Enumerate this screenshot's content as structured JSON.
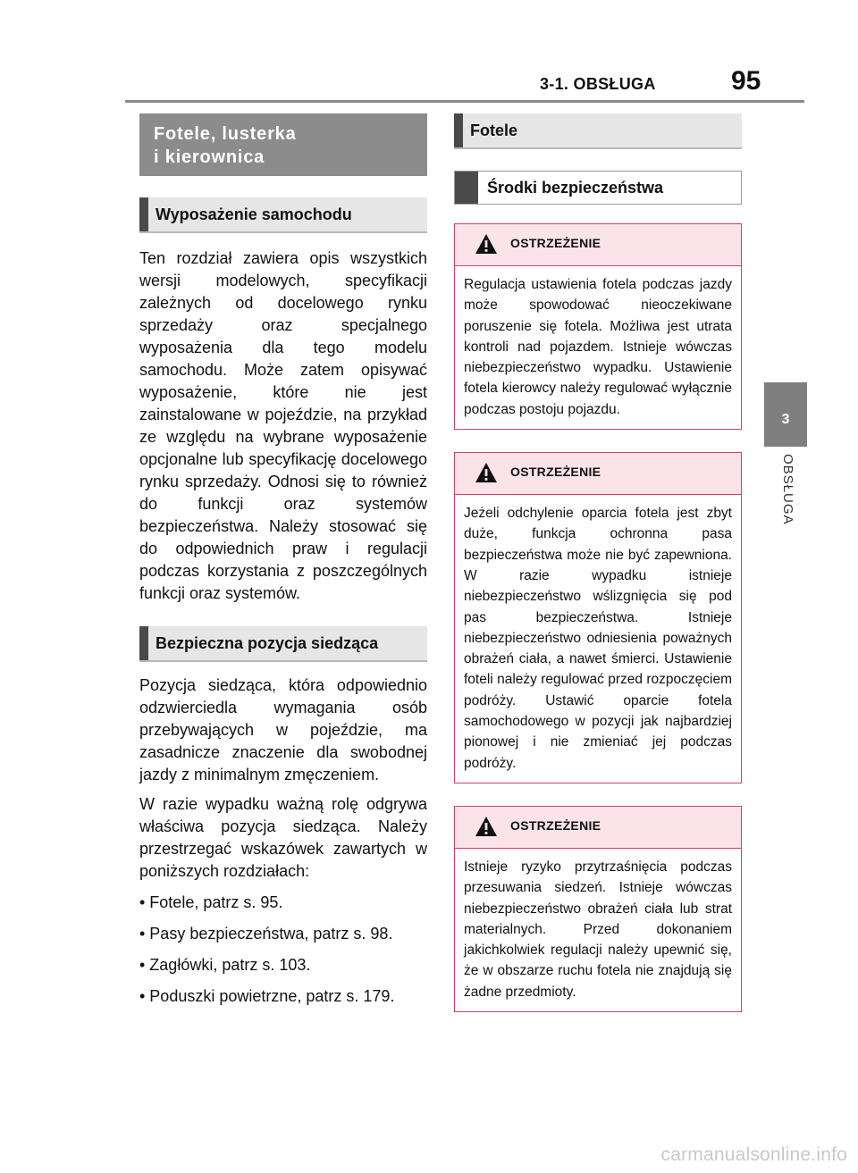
{
  "header": {
    "section": "3-1. OBSŁUGA",
    "page_number": "95"
  },
  "side_tab": {
    "number": "3",
    "label": "OBSŁUGA"
  },
  "left": {
    "chapter_lines": [
      "Fotele, lusterka",
      "i kierownica"
    ],
    "section1_title": "Wyposażenie samochodu",
    "section1_text": "Ten rozdział zawiera opis wszystkich wersji modelowych, specyfikacji zależnych od docelowego rynku sprzedaży oraz specjalnego wyposażenia dla tego modelu samochodu. Może zatem opisywać wyposażenie, które nie jest zainstalowane w pojeździe, na przykład ze względu na wybrane wyposażenie opcjonalne lub specyfikację docelowego rynku sprzedaży. Odnosi się to również do funkcji oraz systemów bezpieczeństwa. Należy stosować się do odpowiednich praw i regulacji podczas korzystania z poszczególnych funkcji oraz systemów.",
    "section2_title": "Bezpieczna pozycja siedząca",
    "section2_para1": "Pozycja siedząca, która odpowiednio odzwierciedla wymagania osób przebywających w pojeździe, ma zasadnicze znaczenie dla swobodnej jazdy z minimalnym zmęczeniem.",
    "section2_para2": "W razie wypadku ważną rolę odgrywa właściwa pozycja siedząca. Należy przestrzegać wskazówek zawartych w poniższych rozdziałach:",
    "bullets": [
      "• Fotele, patrz s. 95.",
      "• Pasy bezpieczeństwa, patrz s. 98.",
      "• Zagłówki, patrz s. 103.",
      "• Poduszki powietrzne, patrz s. 179."
    ]
  },
  "right": {
    "section_title": "Fotele",
    "subsection_title": "Środki bezpieczeństwa",
    "warnings": [
      {
        "title": "OSTRZEŻENIE",
        "text": "Regulacja ustawienia fotela podczas jazdy może spowodować nieoczekiwane poruszenie się fotela. Możliwa jest utrata kontroli nad pojazdem. Istnieje wówczas niebezpieczeństwo wypadku. Ustawienie fotela kierowcy należy regulować wyłącznie podczas postoju pojazdu."
      },
      {
        "title": "OSTRZEŻENIE",
        "text": "Jeżeli odchylenie oparcia fotela jest zbyt duże, funkcja ochronna pasa bezpieczeństwa może nie być zapewniona. W razie wypadku istnieje niebezpieczeństwo wślizgnięcia się pod pas bezpieczeństwa. Istnieje niebezpieczeństwo odniesienia poważnych obrażeń ciała, a nawet śmierci. Ustawienie foteli należy regulować przed rozpoczęciem podróży. Ustawić oparcie fotela samochodowego w pozycji jak najbardziej pionowej i nie zmieniać jej podczas podróży."
      },
      {
        "title": "OSTRZEŻENIE",
        "text": "Istnieje ryzyko przytrzaśnięcia podczas przesuwania siedzeń. Istnieje wówczas niebezpieczeństwo obrażeń ciała lub strat materialnych. Przed dokonaniem jakichkolwiek regulacji należy upewnić się, że w obszarze ruchu fotela nie znajdują się żadne przedmioty."
      }
    ]
  },
  "footer": {
    "watermark": "carmanualsonline.info"
  }
}
